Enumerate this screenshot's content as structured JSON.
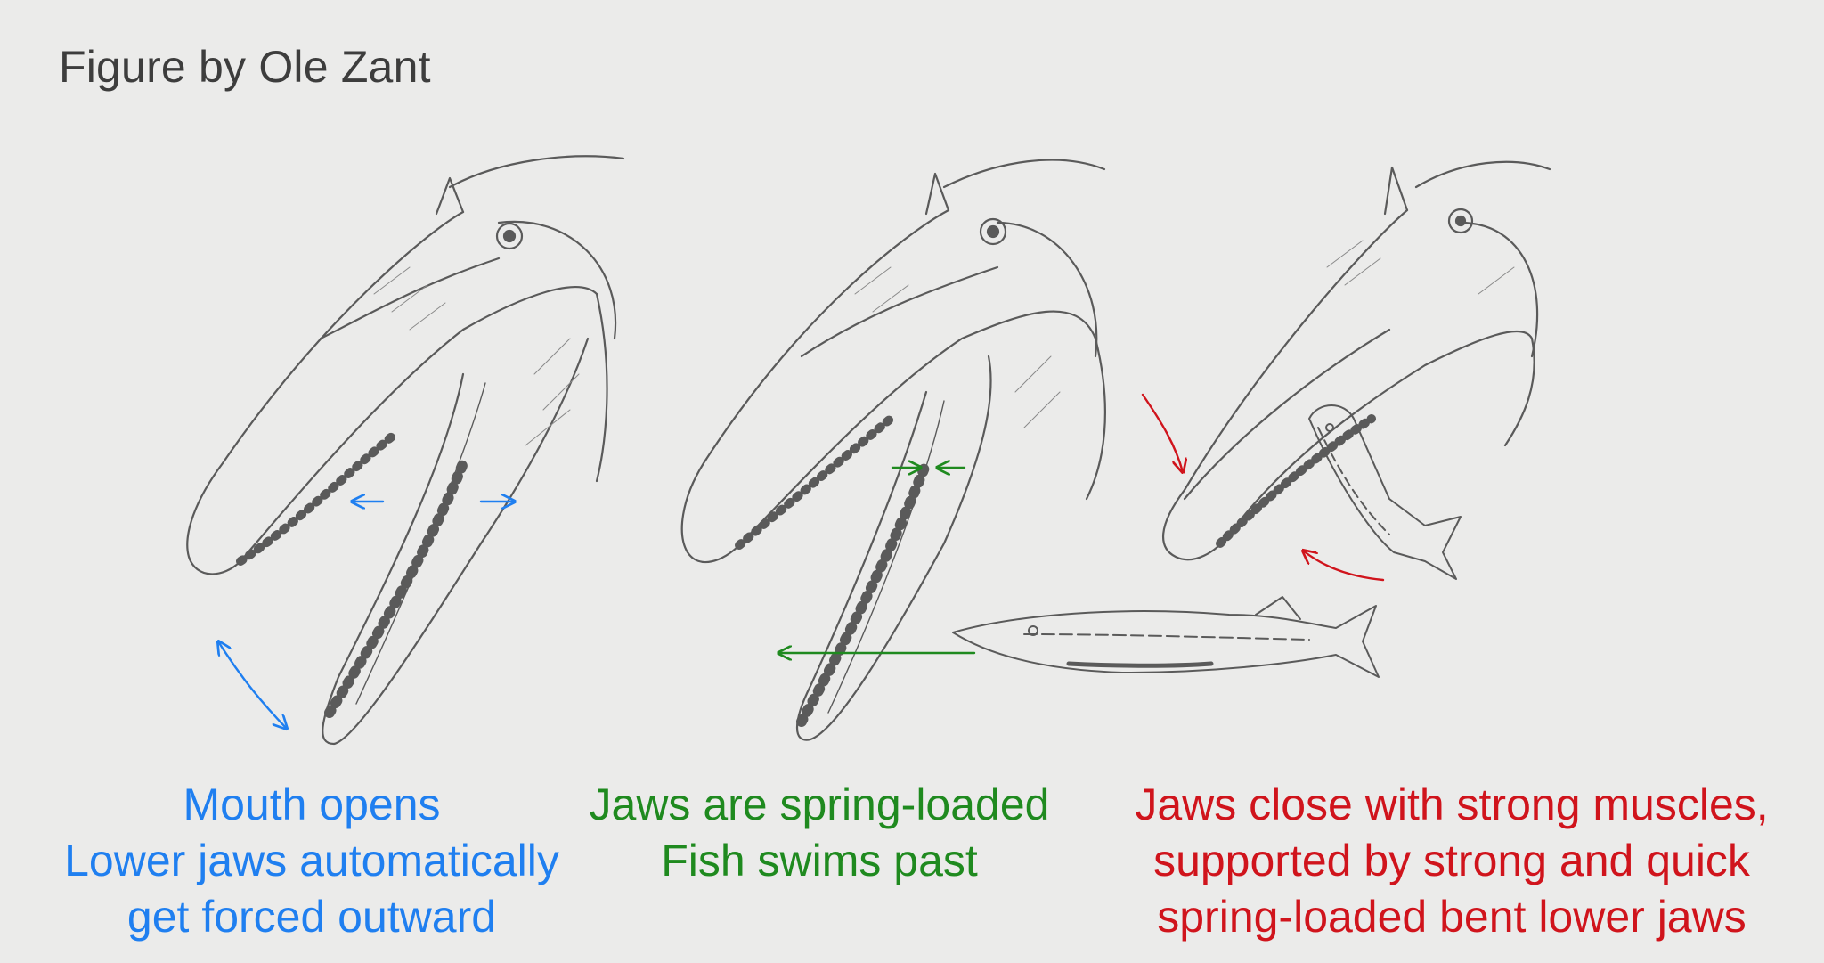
{
  "credit": "Figure by Ole Zant",
  "colors": {
    "paper": "#ebebea",
    "pencil": "#5a5a5a",
    "blue": "#1f7ff0",
    "green": "#1f8a1f",
    "red": "#d0141c"
  },
  "panels": [
    {
      "id": "open",
      "color": "#1f7ff0",
      "caption_lines": [
        "Mouth opens",
        "Lower jaws automatically",
        "get forced outward"
      ]
    },
    {
      "id": "spring",
      "color": "#1f8a1f",
      "caption_lines": [
        "Jaws are spring-loaded",
        "Fish swims past"
      ]
    },
    {
      "id": "close",
      "color": "#d0141c",
      "caption_lines": [
        "Jaws close with strong muscles,",
        "supported by strong and quick",
        "spring-loaded bent lower jaws"
      ]
    }
  ]
}
